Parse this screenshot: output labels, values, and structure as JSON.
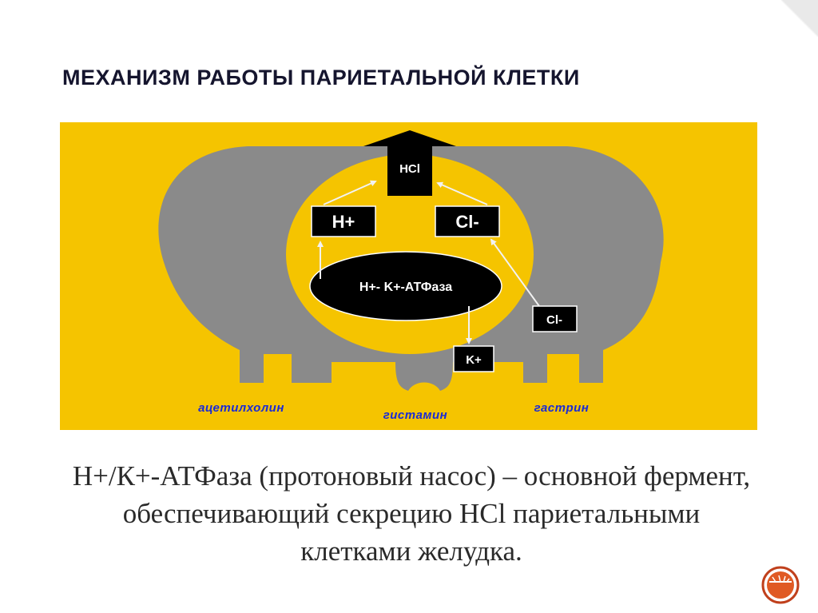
{
  "slide": {
    "title": "МЕХАНИЗМ РАБОТЫ ПАРИЕТАЛЬНОЙ КЛЕТКИ",
    "caption": "Н+/К+-АТФаза (протоновый насос) – основной фермент, обеспечивающий секрецию HCl париетальными клетками желудка."
  },
  "diagram": {
    "hcl": "HCl",
    "h_plus": "H+",
    "cl_minus": "Cl-",
    "atpase": "H+- K+-АТФаза",
    "cl_in": "Cl-",
    "k_out": "K+",
    "acetylcholine": "ацетилхолин",
    "histamine": "гистамин",
    "gastrin": "гастрин"
  },
  "colors": {
    "background_yellow": "#f5c400",
    "cell_gray": "#8a8a8a",
    "box_black": "#000000",
    "label_blue": "#1a2bd6",
    "arrow_white": "#f2f2f2"
  }
}
